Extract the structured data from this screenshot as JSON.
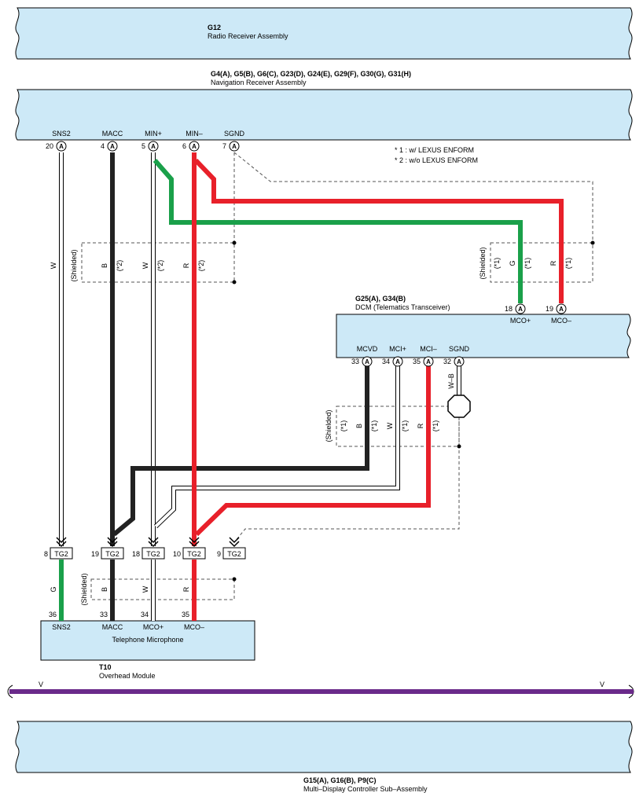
{
  "blocks": {
    "radio": {
      "code": "G12",
      "name": "Radio Receiver Assembly"
    },
    "nav": {
      "code": "G4(A), G5(B), G6(C), G23(D), G24(E), G29(F), G30(G), G31(H)",
      "name": "Navigation Receiver Assembly"
    },
    "dcm": {
      "code": "G25(A), G34(B)",
      "name": "DCM (Telematics Transceiver)"
    },
    "mic": {
      "name": "Telephone Microphone"
    },
    "overhead": {
      "code": "T10",
      "name": "Overhead Module"
    },
    "mdc": {
      "code": "G15(A), G16(B), P9(C)",
      "name": "Multi–Display Controller Sub–Assembly"
    }
  },
  "notes": [
    "* 1 : w/ LEXUS ENFORM",
    "* 2 : w/o LEXUS ENFORM"
  ],
  "connector_letter": "A",
  "nav_pins": [
    {
      "label": "SNS2",
      "num": "20"
    },
    {
      "label": "MACC",
      "num": "4"
    },
    {
      "label": "MIN+",
      "num": "5"
    },
    {
      "label": "MIN–",
      "num": "6"
    },
    {
      "label": "SGND",
      "num": "7"
    }
  ],
  "dcm_top_pins": [
    {
      "label": "MCO+",
      "num": "18"
    },
    {
      "label": "MCO–",
      "num": "19"
    }
  ],
  "dcm_bottom_pins": [
    {
      "label": "MCVD",
      "num": "33"
    },
    {
      "label": "MCI+",
      "num": "34"
    },
    {
      "label": "MCI–",
      "num": "35"
    },
    {
      "label": "SGND",
      "num": "32"
    }
  ],
  "tg2": {
    "name": "TG2",
    "pins": [
      "8",
      "19",
      "18",
      "10",
      "9"
    ]
  },
  "mic_pins": [
    {
      "label": "SNS2",
      "num": "36"
    },
    {
      "label": "MACC",
      "num": "33"
    },
    {
      "label": "MCO+",
      "num": "34"
    },
    {
      "label": "MCO–",
      "num": "35"
    }
  ],
  "wire_labels": {
    "left_group": [
      "W",
      "(Shielded)",
      "B",
      "(*2)",
      "W",
      "(*2)",
      "R",
      "(*2)"
    ],
    "right_group": [
      "(Shielded)",
      "(*1)",
      "G",
      "(*1)",
      "R",
      "(*1)"
    ],
    "dcm_group": [
      "(Shielded)",
      "(*1)",
      "B",
      "(*1)",
      "W",
      "(*1)",
      "R",
      "(*1)"
    ],
    "wb": "W–B",
    "bottom_group": [
      "G",
      "(Shielded)",
      "B",
      "W",
      "R"
    ]
  },
  "bus": {
    "left": "V",
    "right": "V",
    "color": "#6a2a8a"
  },
  "colors": {
    "block_fill": "#cde9f7",
    "wire_green": "#1aa04a",
    "wire_red": "#e8202a",
    "wire_black": "#222222",
    "bus": "#6a2a8a"
  }
}
